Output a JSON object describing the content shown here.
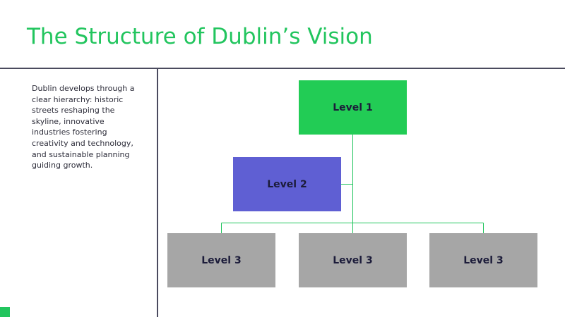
{
  "slide": {
    "title": "The Structure of Dublin’s Vision",
    "description": "Dublin develops through a clear hierarchy: historic streets reshaping the skyline, innovative industries fostering creativity and technology, and sustainable planning guiding growth."
  },
  "colors": {
    "accent": "#22c55e",
    "level1": "#22cc55",
    "level2": "#5f5fd3",
    "level3": "#a6a6a6",
    "connector": "#22c55e",
    "rule": "#4a4a5e"
  },
  "diagram": {
    "level1": {
      "label": "Level 1"
    },
    "level2": {
      "label": "Level 2"
    },
    "level3": [
      {
        "label": "Level 3"
      },
      {
        "label": "Level 3"
      },
      {
        "label": "Level 3"
      }
    ]
  }
}
